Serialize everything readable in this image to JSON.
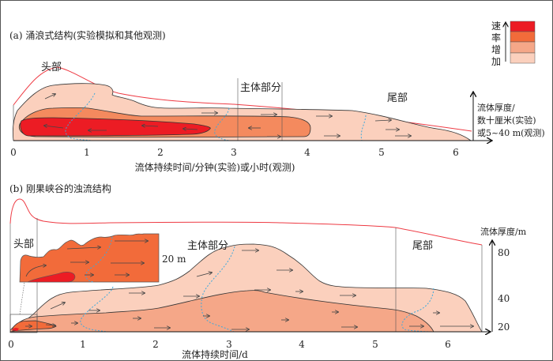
{
  "colors": {
    "highest": "#ec1c24",
    "high": "#f26b3a",
    "medium": "#f5a788",
    "low": "#fbd0bd",
    "profile_line": "#ee3a43",
    "dotted_boundary": "#3fa9dc"
  },
  "legend": {
    "label": [
      "速",
      "率",
      "增",
      "加"
    ],
    "levels": [
      "highest",
      "high",
      "medium",
      "low"
    ]
  },
  "panel_a": {
    "title": "(a) 涌浪式结构(实验模拟和其他观测)",
    "head_label": "头部",
    "body_label": "主体部分",
    "tail_label": "尾部",
    "y_label": [
      "流体厚度/",
      "数十厘米(实验)",
      "或5~40 m(观测)"
    ],
    "x_label": "流体持续时间/分钟(实验)或小时(观测)",
    "x_ticks": [
      "0",
      "1",
      "2",
      "3",
      "4",
      "5",
      "6"
    ]
  },
  "panel_b": {
    "title": "(b) 刚果峡谷的浊流结构",
    "head_label": "头部",
    "body_label": "主体部分",
    "tail_label": "尾部",
    "inset_scale": "20 m",
    "y_label": "流体厚度/m",
    "y_ticks": [
      "80",
      "40",
      "20"
    ],
    "x_label": "流体持续时间/d",
    "x_ticks": [
      "0",
      "1",
      "2",
      "3",
      "4",
      "5",
      "6"
    ]
  }
}
